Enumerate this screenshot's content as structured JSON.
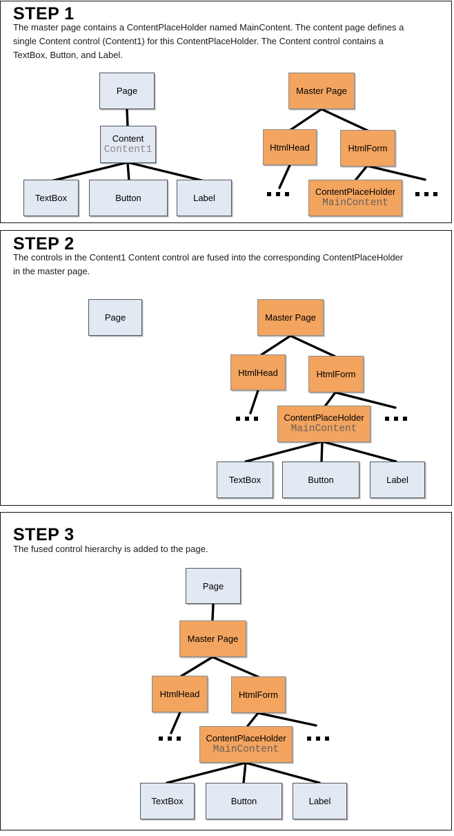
{
  "colors": {
    "content_node_fill": "#e2e9f3",
    "content_node_border": "#50565e",
    "master_node_fill": "#f3a45f",
    "master_node_border": "#8a8a8a",
    "connector_line": "#000000",
    "panel_border": "#151515",
    "content_id_text": "#8a8a8a",
    "placeholder_id_text": "#666059"
  },
  "sections": [
    {
      "title": "STEP 1",
      "description": "The master page contains a ContentPlaceHolder named MainContent. The content page defines a\nsingle Content control (Content1) for this ContentPlaceHolder. The Content control contains a\nTextBox, Button, and Label.",
      "nodes": {
        "page": "Page",
        "content": "Content",
        "content_id": "Content1",
        "textbox": "TextBox",
        "button": "Button",
        "label": "Label",
        "master_page": "Master Page",
        "html_head": "HtmlHead",
        "html_form": "HtmlForm",
        "content_placeholder": "ContentPlaceHolder",
        "content_placeholder_id": "MainContent",
        "ellipsis_left": "...",
        "ellipsis_right": "..."
      }
    },
    {
      "title": "STEP 2",
      "description": "The controls in the Content1 Content control are fused into the corresponding ContentPlaceHolder\nin the master page.",
      "nodes": {
        "page": "Page",
        "master_page": "Master Page",
        "html_head": "HtmlHead",
        "html_form": "HtmlForm",
        "content_placeholder": "ContentPlaceHolder",
        "content_placeholder_id": "MainContent",
        "textbox": "TextBox",
        "button": "Button",
        "label": "Label",
        "ellipsis_left": "...",
        "ellipsis_right": "..."
      }
    },
    {
      "title": "STEP 3",
      "description": "The fused control hierarchy is added to the page.",
      "nodes": {
        "page": "Page",
        "master_page": "Master Page",
        "html_head": "HtmlHead",
        "html_form": "HtmlForm",
        "content_placeholder": "ContentPlaceHolder",
        "content_placeholder_id": "MainContent",
        "textbox": "TextBox",
        "button": "Button",
        "label": "Label",
        "ellipsis_left": "...",
        "ellipsis_right": "..."
      }
    }
  ]
}
